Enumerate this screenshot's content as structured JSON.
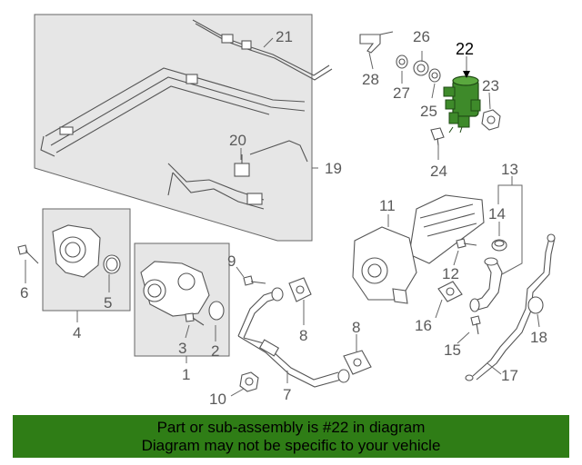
{
  "diagram": {
    "callouts": {
      "c1": "1",
      "c2": "2",
      "c3": "3",
      "c4": "4",
      "c5": "5",
      "c6": "6",
      "c7": "7",
      "c8a": "8",
      "c8b": "8",
      "c9": "9",
      "c10": "10",
      "c11": "11",
      "c12": "12",
      "c13": "13",
      "c14": "14",
      "c15": "15",
      "c16": "16",
      "c17": "17",
      "c18": "18",
      "c19": "19",
      "c20": "20",
      "c21": "21",
      "c22": "22",
      "c23": "23",
      "c24": "24",
      "c25": "25",
      "c26": "26",
      "c27": "27",
      "c28": "28"
    },
    "highlight_part": "22",
    "highlight_color": "#3e8a2a",
    "panel_color": "#e6e6e6",
    "line_color": "#666666"
  },
  "banner": {
    "line1": "Part or sub-assembly is #22 in diagram",
    "line2": "Diagram may not be specific to your vehicle",
    "color": "#2f7d16"
  }
}
